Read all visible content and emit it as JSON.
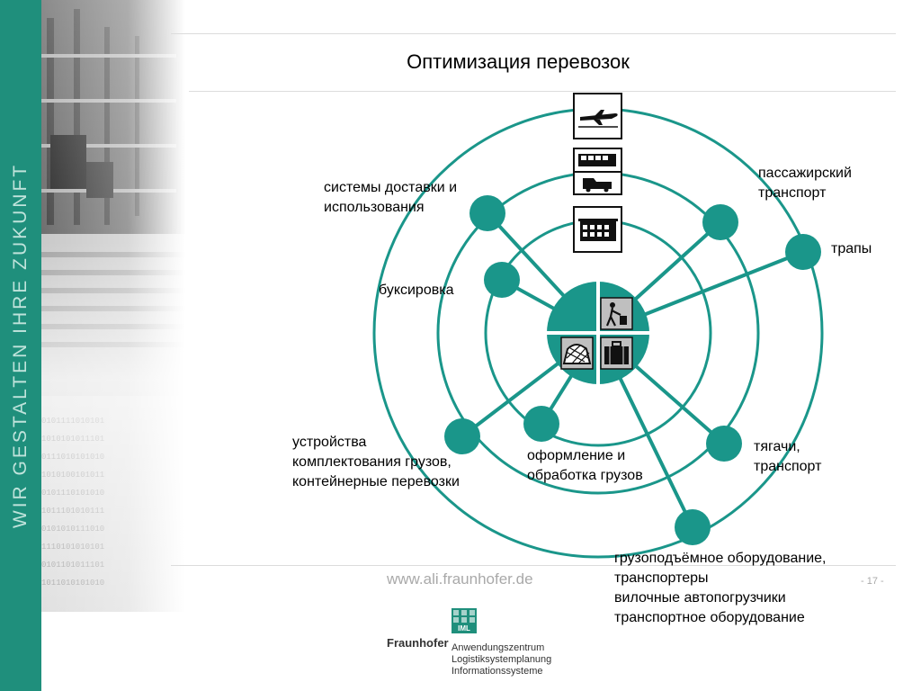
{
  "slide": {
    "title": "Оптимизация перевозок",
    "footer_url": "www.ali.fraunhofer.de",
    "page_number": "- 17 -",
    "vertical_slogan": "WIR GESTALTEN IHRE ZUKUNFT",
    "logo": {
      "brand": "Fraunhofer",
      "badge": "IML",
      "lines": [
        "Anwendungszentrum",
        "Logistiksystemplanung",
        "Informationssysteme"
      ]
    }
  },
  "diagram": {
    "labels": {
      "delivery_systems": [
        "системы доставки и",
        "использования"
      ],
      "passenger_transport": [
        "пассажирский",
        "транспорт"
      ],
      "ramps": "трапы",
      "towing": "буксировка",
      "load_devices": [
        "устройства",
        "комплектования грузов,",
        "контейнерные перевозки"
      ],
      "cargo_handling": [
        "оформление и",
        "обработка грузов"
      ],
      "tractors": [
        "тягачи,",
        "транспорт"
      ],
      "lifting_equipment": [
        "грузоподъёмное оборудование,",
        "транспортеры",
        "вилочные автопогрузчики",
        "транспортное оборудование"
      ]
    },
    "icons": [
      "airplane-icon",
      "bus-icon",
      "truck-icon",
      "building-icon",
      "passenger-luggage-icon",
      "suitcase-icon",
      "cargo-net-icon"
    ],
    "colors": {
      "accent": "#1a968a",
      "band": "#1f8f7c",
      "line": "#1a968a"
    }
  }
}
